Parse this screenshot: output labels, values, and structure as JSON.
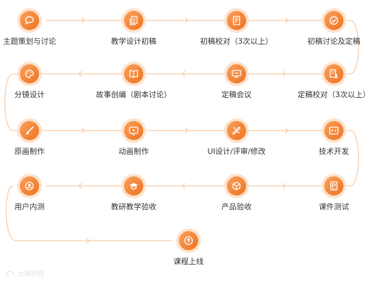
{
  "colors": {
    "accent": "#ef7320",
    "accent_light": "#fde2cc",
    "connector": "#f8c9a3",
    "label": "#333333"
  },
  "steps": [
    {
      "label": "主题策划与讨论",
      "icon": "speech-bubble-icon"
    },
    {
      "label": "教学设计初稿",
      "icon": "document-copy-icon"
    },
    {
      "label": "初稿校对（3次以上）",
      "icon": "document-lines-icon"
    },
    {
      "label": "初稿讨论及定稿",
      "icon": "check-circle-icon"
    },
    {
      "label": "定稿校对（3次以上）",
      "icon": "document-user-icon"
    },
    {
      "label": "定稿会议",
      "icon": "presentation-board-icon"
    },
    {
      "label": "故事创编（剧本讨论）",
      "icon": "open-book-icon"
    },
    {
      "label": "分镜设计",
      "icon": "palette-icon"
    },
    {
      "label": "原画制作",
      "icon": "paintbrush-icon"
    },
    {
      "label": "动画制作",
      "icon": "play-screen-icon"
    },
    {
      "label": "UI设计/评审/修改",
      "icon": "ruler-pencil-icon"
    },
    {
      "label": "技术开发",
      "icon": "code-window-icon"
    },
    {
      "label": "课件测试",
      "icon": "test-document-icon"
    },
    {
      "label": "产品验收",
      "icon": "box-icon"
    },
    {
      "label": "教研教学验收",
      "icon": "graduation-cap-icon"
    },
    {
      "label": "用户内测",
      "icon": "user-icon"
    },
    {
      "label": "课程上线",
      "icon": "upload-arrow-icon"
    }
  ],
  "watermark": {
    "text": "大象跑路"
  }
}
